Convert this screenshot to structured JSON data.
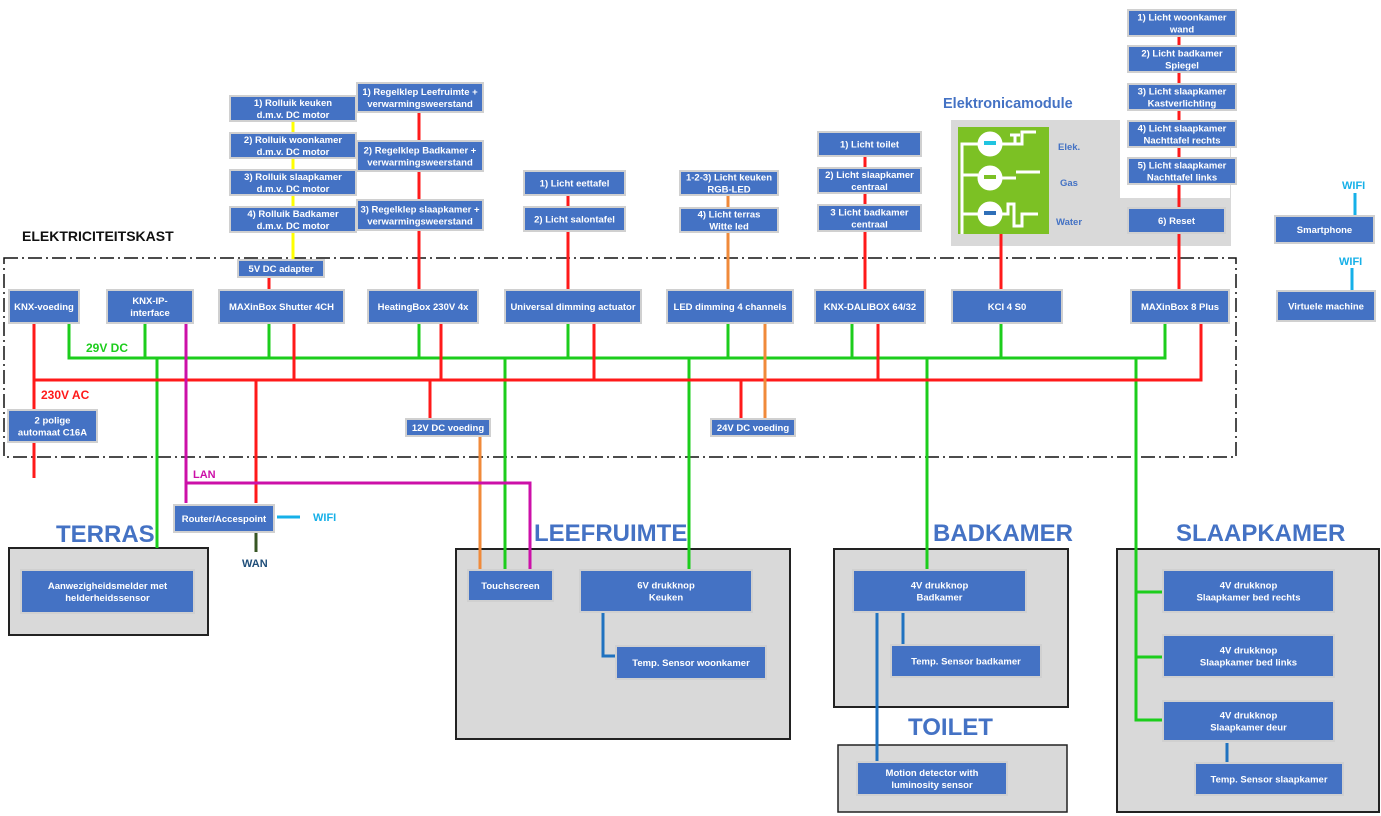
{
  "cabinet_title": "ELEKTRICITEITSKAST",
  "elektronica_title": "Elektronicamodule",
  "meter_labels": [
    "Elek.",
    "Gas",
    "Water"
  ],
  "bus_labels": {
    "dc": "29V DC",
    "ac": "230V AC",
    "lan": "LAN",
    "wan": "WAN",
    "wifi": "WIFI"
  },
  "colors": {
    "box": "#4472C4",
    "ac": "#ff1a1a",
    "dc": "#1ccd1c",
    "lan": "#cc10a8",
    "led": "#f08a3a",
    "shutter": "#ffff00",
    "sensor": "#1f72c0",
    "wifi": "#16b0e8"
  },
  "shutters": [
    [
      "1) Rolluik keuken",
      "d.m.v. DC motor"
    ],
    [
      "2) Rolluik woonkamer",
      "d.m.v. DC motor"
    ],
    [
      "3) Rolluik slaapkamer",
      "d.m.v.  DC motor"
    ],
    [
      "4) Rolluik Badkamer",
      "d.m.v. DC motor"
    ]
  ],
  "heating_valves": [
    [
      "1) Regelklep Leefruimte +",
      "verwarmingsweerstand"
    ],
    [
      "2) Regelklep Badkamer +",
      "verwarmingsweerstand"
    ],
    [
      "3) Regelklep slaapkamer +",
      "verwarmingsweerstand"
    ]
  ],
  "dimming_lights": [
    [
      "1) Licht eettafel"
    ],
    [
      "2) Licht salontafel"
    ]
  ],
  "led_lights": [
    [
      "1-2-3) Licht keuken",
      "RGB-LED"
    ],
    [
      "4) Licht terras",
      "Witte led"
    ]
  ],
  "dali_lights": [
    [
      "1) Licht toilet"
    ],
    [
      "2) Licht slaapkamer",
      "centraal"
    ],
    [
      "3 Licht badkamer",
      "centraal"
    ]
  ],
  "maxinbox_lights": [
    [
      "1) Licht woonkamer",
      "wand"
    ],
    [
      "2) Licht badkamer",
      "Spiegel"
    ],
    [
      "3) Licht slaapkamer",
      "Kastverlichting"
    ],
    [
      "4) Licht slaapkamer",
      "Nachttafel rechts"
    ],
    [
      "5) Licht slaapkamer",
      "Nachttafel links"
    ],
    [
      "6) Reset"
    ]
  ],
  "cabinet_modules": {
    "knx_voeding": [
      "KNX-voeding"
    ],
    "knx_ip": [
      "KNX-IP-",
      "interface"
    ],
    "shutter_actuator": [
      "MAXinBox Shutter 4CH"
    ],
    "heatingbox": [
      "HeatingBox 230V 4x"
    ],
    "dimming_actuator": [
      "Universal dimming actuator"
    ],
    "led_dimming": [
      "LED dimming 4 channels"
    ],
    "dalibox": [
      "KNX-DALIBOX 64/32"
    ],
    "kci": [
      "KCI 4 S0"
    ],
    "maxinbox8": [
      "MAXinBox 8 Plus"
    ],
    "adapter5v": [
      "5V DC adapter"
    ],
    "automaat": [
      "2 polige",
      "automaat C16A"
    ],
    "voeding12": [
      "12V DC voeding"
    ],
    "voeding24": [
      "24V DC voeding"
    ]
  },
  "external": {
    "smartphone": [
      "Smartphone"
    ],
    "vm": [
      "Virtuele machine"
    ],
    "router": [
      "Router/Accespoint"
    ]
  },
  "rooms": {
    "terras": {
      "title": "TERRAS",
      "devices": [
        [
          "Aanwezigheidsmelder met",
          "helderheidssensor"
        ]
      ]
    },
    "leefruimte": {
      "title": "LEEFRUIMTE",
      "devices": [
        [
          "Touchscreen"
        ],
        [
          "6V drukknop",
          "Keuken"
        ],
        [
          "Temp. Sensor woonkamer"
        ]
      ]
    },
    "badkamer": {
      "title": "BADKAMER",
      "devices": [
        [
          "4V drukknop",
          "Badkamer"
        ],
        [
          "Temp. Sensor badkamer"
        ]
      ]
    },
    "toilet": {
      "title": "TOILET",
      "devices": [
        [
          "Motion detector with",
          "luminosity sensor"
        ]
      ]
    },
    "slaapkamer": {
      "title": "SLAAPKAMER",
      "devices": [
        [
          "4V drukknop",
          "Slaapkamer bed rechts"
        ],
        [
          "4V drukknop",
          "Slaapkamer bed links"
        ],
        [
          "4V drukknop",
          "Slaapkamer deur"
        ],
        [
          "Temp. Sensor slaapkamer"
        ]
      ]
    }
  }
}
